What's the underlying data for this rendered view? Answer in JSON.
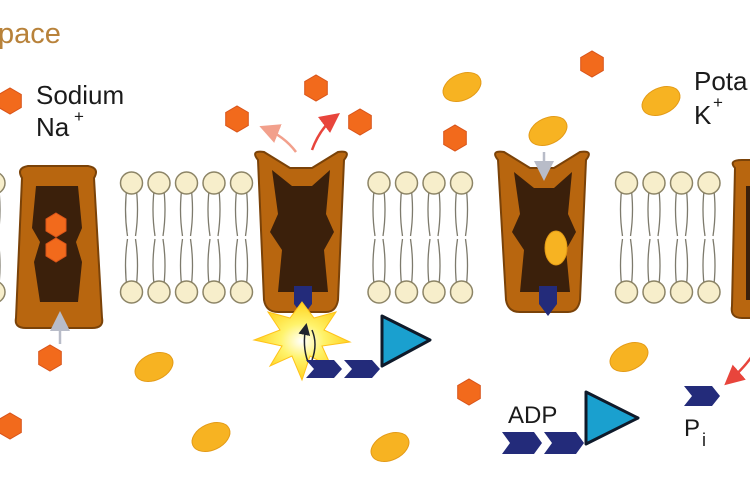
{
  "region_label": "pace",
  "sodium": {
    "name": "Sodium",
    "symbol": "Na",
    "charge": "+"
  },
  "potassium": {
    "name": "Pota",
    "symbol": "K",
    "charge": "+"
  },
  "adp_label": "ADP",
  "phosphate": {
    "symbol": "P",
    "subscript": "i"
  },
  "colors": {
    "sodium_ion": "#f26a1c",
    "potassium_ion": "#f7b322",
    "pump_outer": "#b8660f",
    "pump_inner": "#3b200b",
    "lipid_head": "#f7eecb",
    "phosphate_group": "#232b7a",
    "adenosine": "#1aa0cf",
    "flash": "#ffe94a"
  }
}
